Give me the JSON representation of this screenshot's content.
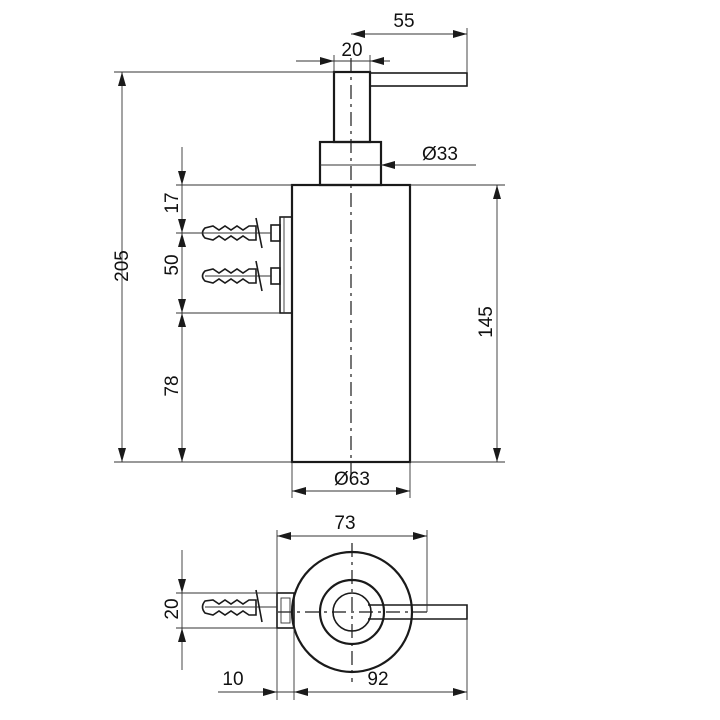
{
  "drawing": {
    "dimensions": {
      "lever_length": "55",
      "pump_width": "20",
      "pump_base_diameter": "Ø33",
      "total_height": "205",
      "top_to_screw": "17",
      "screw_spacing": "50",
      "screw_to_bottom": "78",
      "body_height": "145",
      "body_diameter": "Ø63",
      "top_view_diameter": "73",
      "top_view_screw_offset": "20",
      "bracket_depth": "10",
      "total_depth": "92"
    },
    "colors": {
      "line": "#1a1a1a",
      "background": "#ffffff"
    }
  }
}
